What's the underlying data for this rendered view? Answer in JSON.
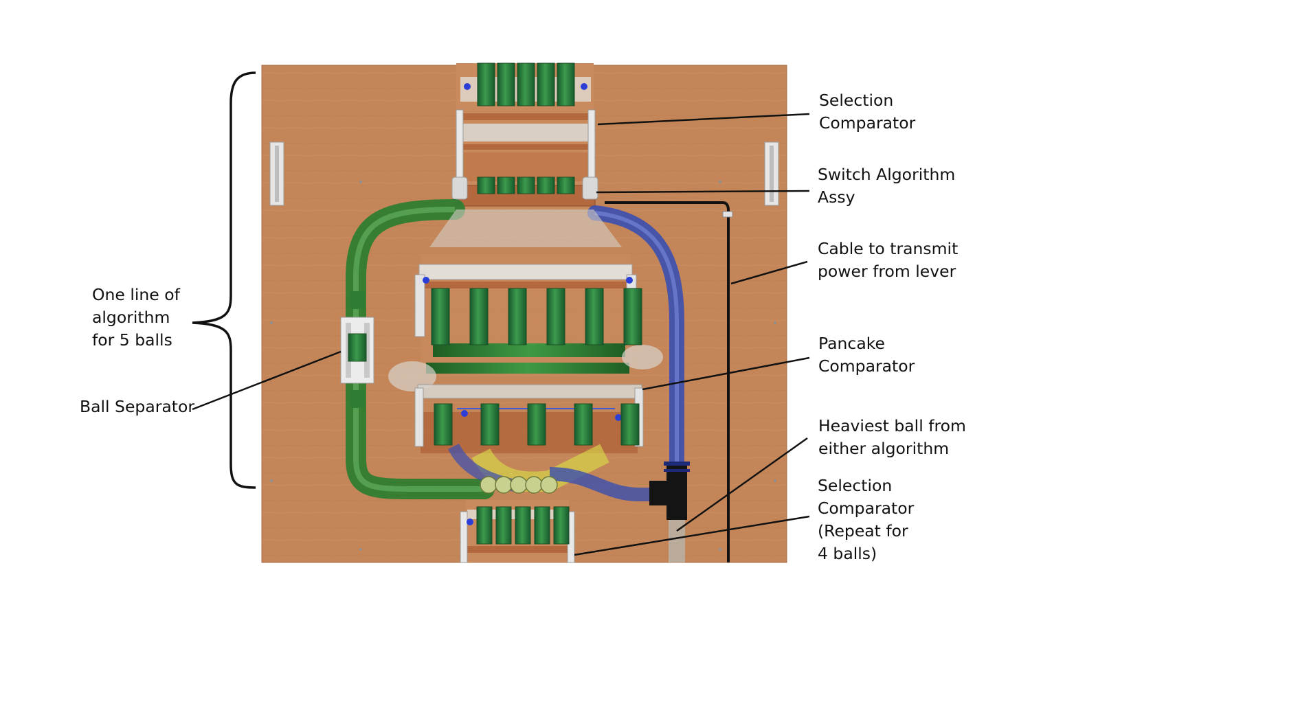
{
  "diagram": {
    "labels": {
      "one_line": [
        "One line of",
        "algorithm",
        "for 5 balls"
      ],
      "ball_separator": [
        "Ball Separator"
      ],
      "selection_comparator_top": [
        "Selection",
        "Comparator"
      ],
      "switch_algorithm": [
        "Switch Algorithm",
        "Assy"
      ],
      "cable": [
        "Cable to transmit",
        "power from lever"
      ],
      "pancake": [
        "Pancake",
        "Comparator"
      ],
      "heaviest": [
        "Heaviest ball from",
        "either algorithm"
      ],
      "selection_comparator_bottom": [
        "Selection",
        "Comparator",
        "(Repeat for",
        "4 balls)"
      ]
    }
  },
  "colors": {
    "board": "#c48658",
    "board_edge": "#b07548",
    "tube_green": "#2f7d32",
    "tube_green_light": "#5fae5a",
    "tube_blue": "#3a4fb0",
    "tube_yellow": "#d8d84a",
    "frame_copper": "#b4683e",
    "bracket_grey": "#d7d7d7",
    "cable_black": "#111111",
    "text": "#111111"
  }
}
